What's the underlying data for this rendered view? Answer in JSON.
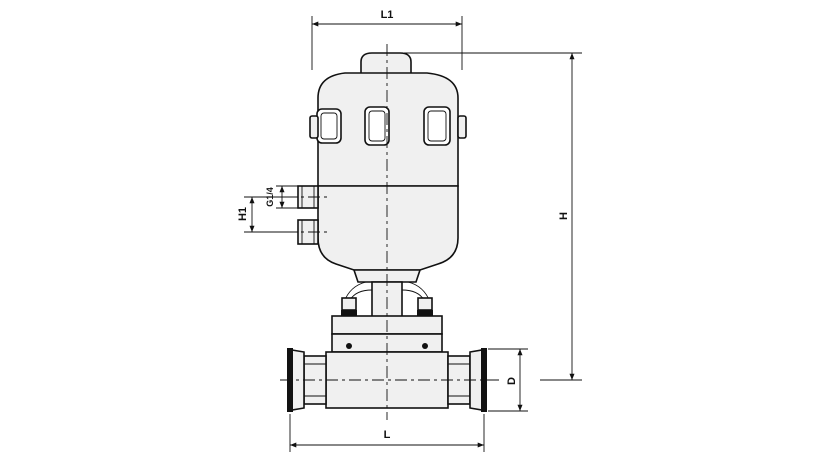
{
  "dimensions": {
    "L1": "L1",
    "H": "H",
    "H1": "H1",
    "G": "G1/4",
    "D": "D",
    "L": "L"
  }
}
